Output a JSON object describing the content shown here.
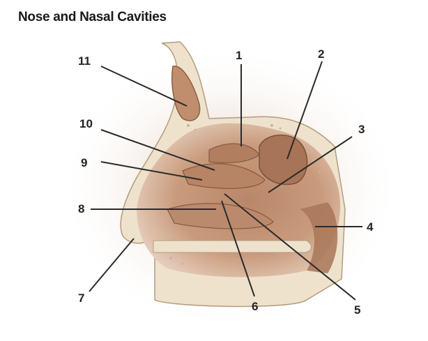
{
  "title": "Nose and Nasal Cavities",
  "labels": [
    "1",
    "2",
    "3",
    "4",
    "5",
    "6",
    "7",
    "8",
    "9",
    "10",
    "11"
  ],
  "colors": {
    "bone": "#efe2cc",
    "tissue": "#c99b78",
    "shadow": "#9a6a4c",
    "line": "#2a2a2a"
  }
}
